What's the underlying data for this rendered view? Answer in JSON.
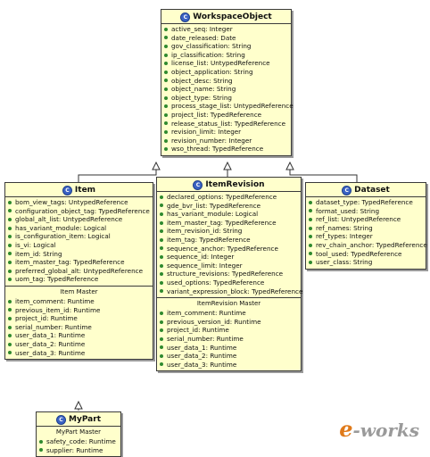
{
  "classes": {
    "workspace": {
      "name": "WorkspaceObject",
      "attrs": [
        "active_seq: Integer",
        "date_released: Date",
        "gov_classification: String",
        "ip_classification: String",
        "license_list: UntypedReference",
        "object_application: String",
        "object_desc: String",
        "object_name: String",
        "object_type: String",
        "process_stage_list: UntypedReference",
        "project_list: TypedReference",
        "release_status_list: TypedReference",
        "revision_limit: Integer",
        "revision_number: Integer",
        "wso_thread: TypedReference"
      ]
    },
    "item": {
      "name": "Item",
      "attrs": [
        "bom_view_tags: UntypedReference",
        "configuration_object_tag: TypedReference",
        "global_alt_list: UntypedReference",
        "has_variant_module: Logical",
        "is_configuration_item: Logical",
        "is_vi: Logical",
        "item_id: String",
        "item_master_tag: TypedReference",
        "preferred_global_alt: UntypedReference",
        "uom_tag: TypedReference"
      ],
      "master_title": "Item Master",
      "master_attrs": [
        "item_comment: Runtime",
        "previous_item_id: Runtime",
        "project_id: Runtime",
        "serial_number: Runtime",
        "user_data_1: Runtime",
        "user_data_2: Runtime",
        "user_data_3: Runtime"
      ]
    },
    "itemrevision": {
      "name": "ItemRevision",
      "attrs": [
        "declared_options: TypedReference",
        "gde_bvr_list: TypedReference",
        "has_variant_module: Logical",
        "item_master_tag: TypedReference",
        "item_revision_id: String",
        "item_tag: TypedReference",
        "sequence_anchor: TypedReference",
        "sequence_id: Integer",
        "sequence_limit: Integer",
        "structure_revisions: TypedReference",
        "used_options: TypedReference",
        "variant_expression_block: TypedReference"
      ],
      "master_title": "ItemRevision Master",
      "master_attrs": [
        "item_comment: Runtime",
        "previous_version_id: Runtime",
        "project_id: Runtime",
        "serial_number: Runtime",
        "user_data_1: Runtime",
        "user_data_2: Runtime",
        "user_data_3: Runtime"
      ]
    },
    "dataset": {
      "name": "Dataset",
      "attrs": [
        "dataset_type: TypedReference",
        "format_used: String",
        "ref_list: UntypedReference",
        "ref_names: String",
        "ref_types: Integer",
        "rev_chain_anchor: TypedReference",
        "tool_used: TypedReference",
        "user_class: String"
      ]
    },
    "mypart": {
      "name": "MyPart",
      "master_title": "MyPart Master",
      "master_attrs": [
        "safety_code: Runtime",
        "supplier: Runtime"
      ]
    }
  },
  "class_icon_letter": "C",
  "logo": {
    "prefix": "e",
    "rest": "-works",
    "colors": {
      "e": "#e07a1a",
      "rest": "#9a9a9a"
    }
  },
  "colors": {
    "class_fill": "#ffffcc",
    "attr_dot": "#2f8a2f",
    "icon": "#3b63c4"
  }
}
